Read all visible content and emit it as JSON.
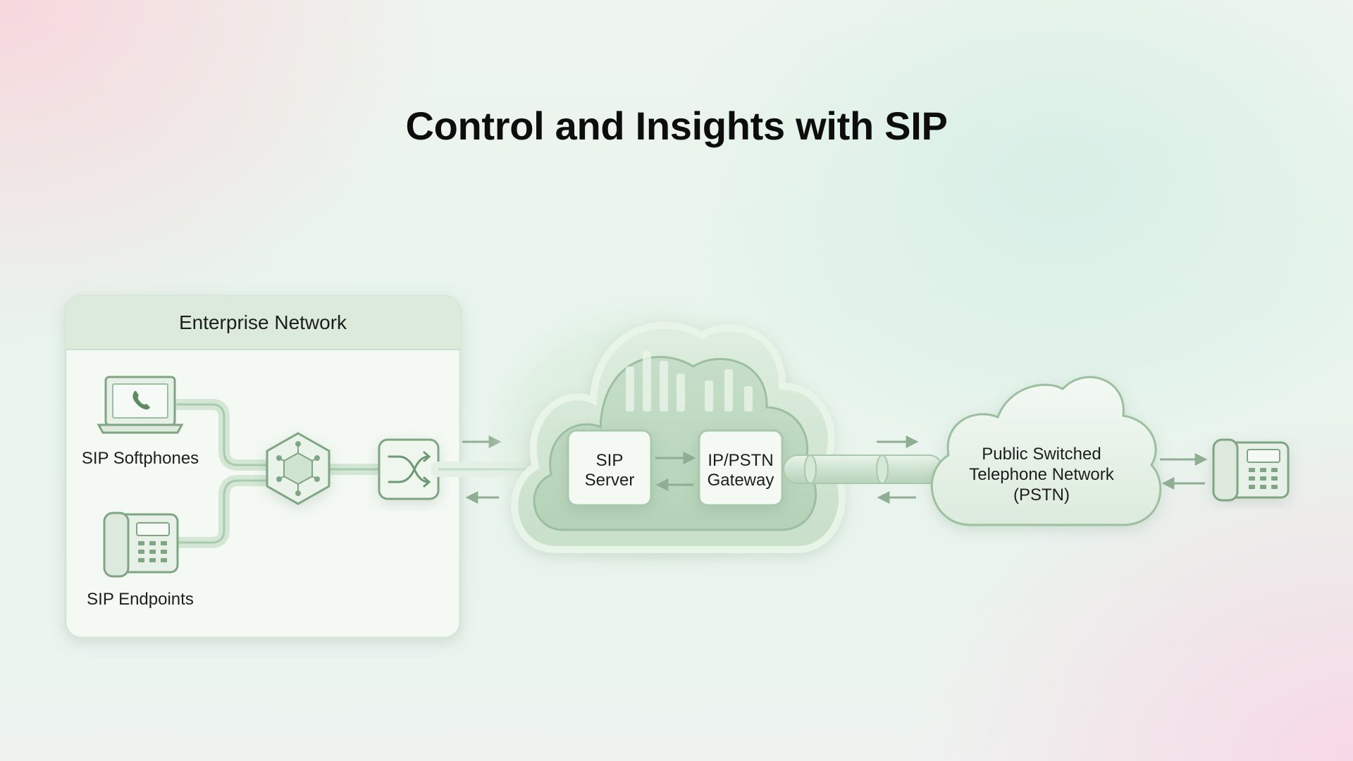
{
  "title": "Control and Insights with SIP",
  "enterprise": {
    "header": "Enterprise Network",
    "softphones_label": "SIP Softphones",
    "endpoints_label": "SIP Endpoints"
  },
  "cloud": {
    "sip_server_lines": [
      "SIP",
      "Server"
    ],
    "gateway_lines": [
      "IP/PSTN",
      "Gateway"
    ]
  },
  "pstn": {
    "lines": [
      "Public Switched",
      "Telephone Network",
      "(PSTN)"
    ]
  },
  "icons": {
    "laptop": "laptop-phone-icon",
    "desk_phone": "desk-phone-icon",
    "hub": "hexagon-network-hub-icon",
    "switch": "crossing-arrows-switch-icon",
    "external_phone": "desk-phone-icon"
  },
  "colors": {
    "accent": "#9cc8a0",
    "panel": "#f4f9f4",
    "panel_header": "#dbeadb",
    "node_stroke": "#7fa583",
    "text": "#1d1f1d"
  }
}
